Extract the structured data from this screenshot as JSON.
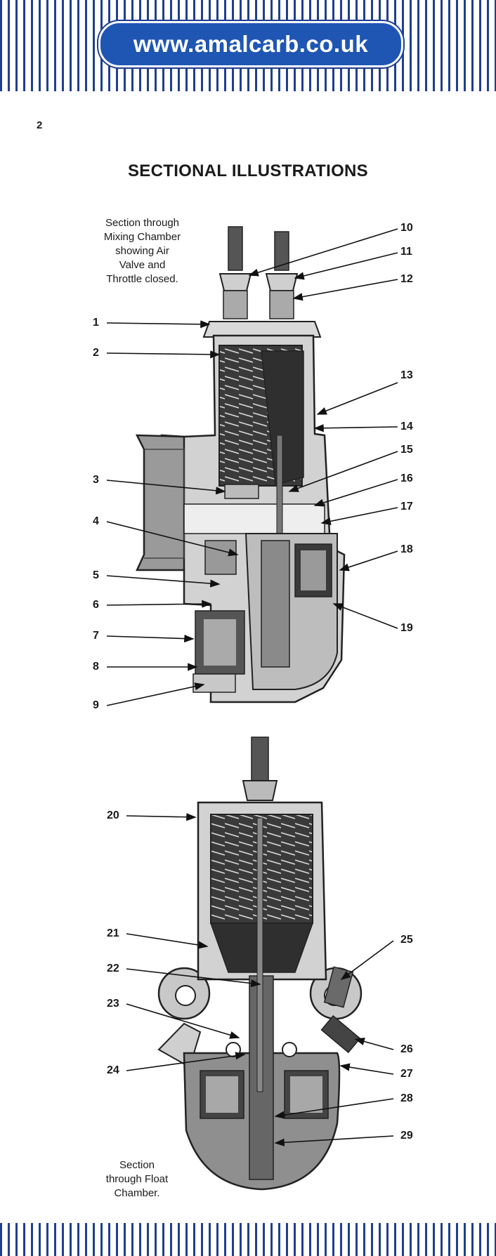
{
  "header": {
    "url": "www.amalcarb.co.uk"
  },
  "page": {
    "number": "2",
    "title": "SECTIONAL ILLUSTRATIONS"
  },
  "figure_1": {
    "caption": "Section through\nMixing Chamber\nshowing Air\nValve and\nThrottle closed.",
    "callouts": [
      "1",
      "2",
      "3",
      "4",
      "5",
      "6",
      "7",
      "8",
      "9",
      "10",
      "11",
      "12",
      "13",
      "14",
      "15",
      "16",
      "17",
      "18",
      "19"
    ]
  },
  "figure_2": {
    "caption": "Section\nthrough Float\nChamber.",
    "callouts": [
      "20",
      "21",
      "22",
      "23",
      "24",
      "25",
      "26",
      "27",
      "28",
      "29"
    ]
  }
}
